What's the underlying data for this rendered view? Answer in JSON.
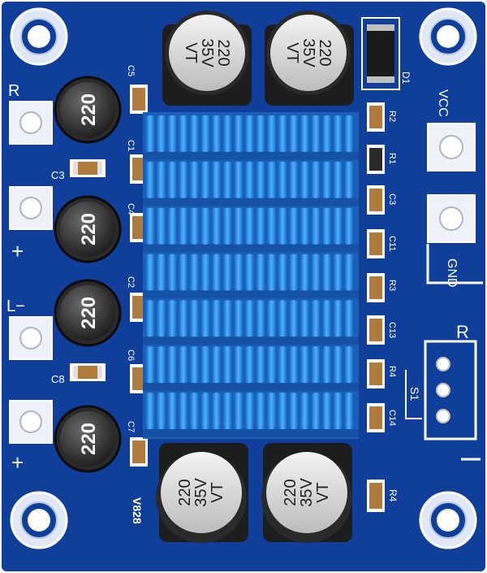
{
  "board": {
    "pcb_color": "#0f3f9b",
    "silk_color": "#ffffff",
    "heatsink_color": "#2f8fe6",
    "labels": {
      "r_top": "R",
      "plus_top": "+",
      "l_minus": "L−",
      "plus_bottom": "+",
      "vcc": "VCC",
      "gnd": "GND",
      "r_right": "R",
      "s1": "S1",
      "board_id": "V828"
    },
    "inductors": [
      "220",
      "220",
      "220",
      "220"
    ],
    "capacitors": [
      {
        "value": "220",
        "voltage": "35V",
        "series": "VT"
      },
      {
        "value": "220",
        "voltage": "35V",
        "series": "VT"
      },
      {
        "value": "220",
        "voltage": "35V",
        "series": "VT"
      },
      {
        "value": "220",
        "voltage": "35V",
        "series": "VT"
      }
    ],
    "left_refs": [
      "C5",
      "C3",
      "C1",
      "C4",
      "C2",
      "C6",
      "C8",
      "C7"
    ],
    "right_refs": [
      "R2",
      "R1",
      "C3",
      "C11",
      "R3",
      "C13",
      "R4",
      "C14"
    ],
    "diode_ref": "D1",
    "r4_ref": "R4"
  }
}
